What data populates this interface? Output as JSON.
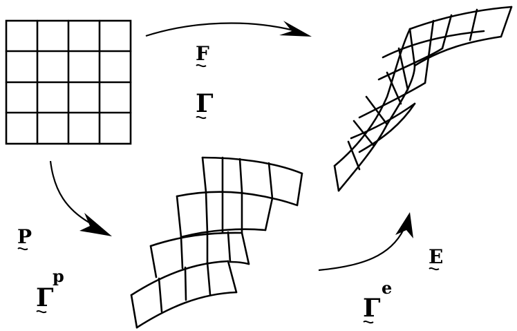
{
  "labels": {
    "F": "F",
    "Gamma": "Γ",
    "P": "P",
    "Gamma_p_base": "Γ",
    "Gamma_p_sup": "p",
    "E": "E",
    "Gamma_e_base": "Γ",
    "Gamma_e_sup": "e"
  },
  "grid": {
    "rows": 4,
    "cols": 4
  }
}
